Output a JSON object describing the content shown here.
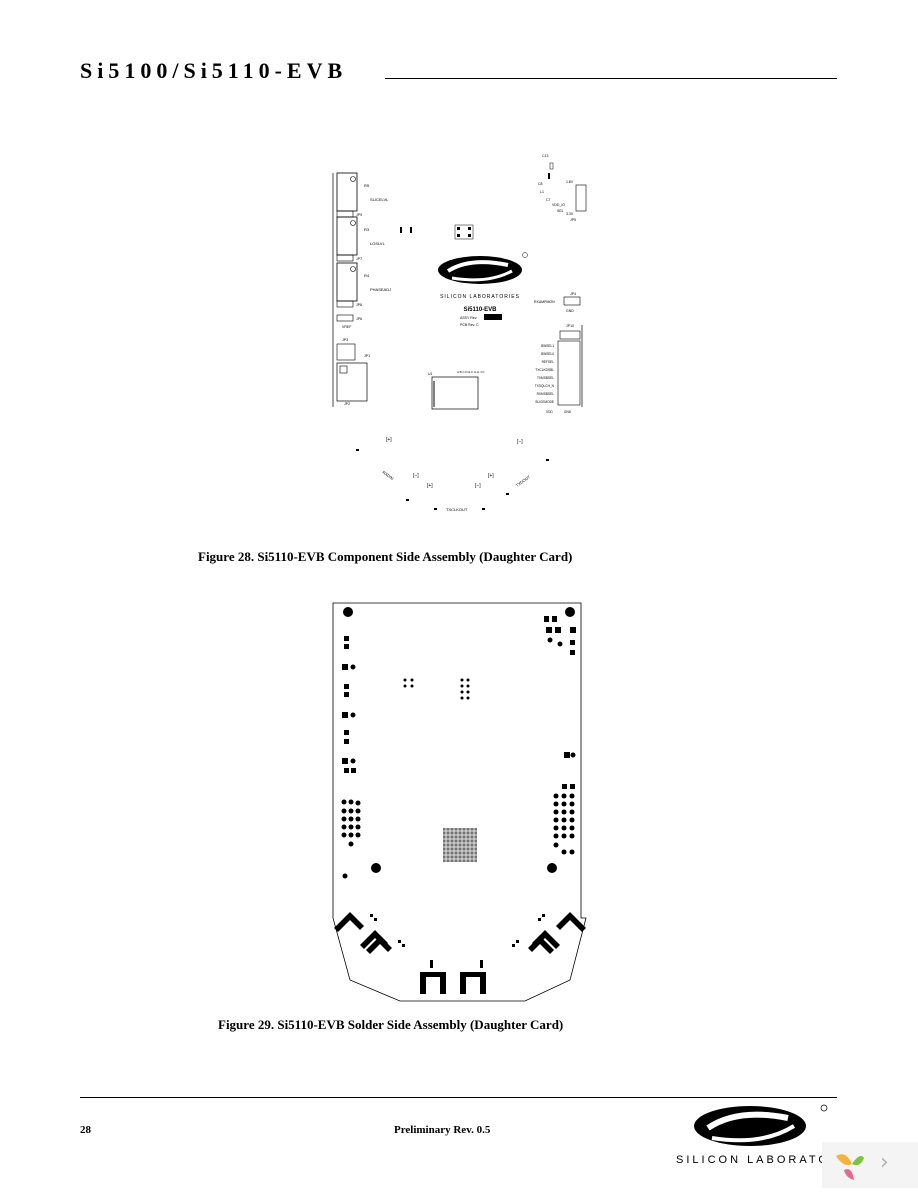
{
  "header": {
    "title": "Si5100/Si5110-EVB"
  },
  "figure28": {
    "caption": "Figure 28. Si5110-EVB Component Side Assembly (Daughter Card)",
    "labels": {
      "r5": "R5",
      "r3": "R3",
      "r4": "R4",
      "sliceslvl": "SLICELVL",
      "loslvl": "LOSLVL",
      "phaseadj": "PHASEADJ",
      "jp9": "JP9",
      "jp7": "JP7",
      "jp8": "JP8",
      "jp6": "JP6",
      "vref": "VREF",
      "jp3": "JP3",
      "jp1": "JP1",
      "jp2": "JP2",
      "c13": "C13",
      "c8": "C8",
      "c7": "C7",
      "l1": "L1",
      "v18": "1.8V",
      "vdd_io": "VDD_IO",
      "sel": "SEL",
      "v33": "3.3V",
      "jp5": "JP5",
      "logo_text": "SILICON LABORATORIES",
      "board_name": "Si5110-EVB",
      "assy_rev": "ASSY Rev.",
      "pcb_rev": "PCB Rev. C",
      "rxampmon": "RXAMPMON",
      "gnd": "GND",
      "jp4": "JP4",
      "jp10": "JP10",
      "u1": "U1",
      "bga_cols": "A B C D E F G H J K",
      "sigs": [
        "BWSEL1",
        "BWSEL0",
        "REFSEL",
        "TXCLKDSBL",
        "TXMSBSEL",
        "TXSQLCH_N",
        "RXMSBSEL",
        "SLICEMODE"
      ],
      "vdd_lbl": "VDD",
      "gnd_lbl": "GND",
      "rxdin": "RXDIN",
      "txclkout": "TXCLKOUT",
      "txdout": "TXDOUT",
      "plus": "[+]",
      "minus": "[−]"
    }
  },
  "figure29": {
    "caption": "Figure 29. Si5110-EVB Solder Side Assembly (Daughter Card)"
  },
  "footer": {
    "page_number": "28",
    "revision": "Preliminary Rev. 0.5",
    "logo_text": "SILICON LABORATOR"
  },
  "viewer": {
    "next_glyph": "›"
  }
}
